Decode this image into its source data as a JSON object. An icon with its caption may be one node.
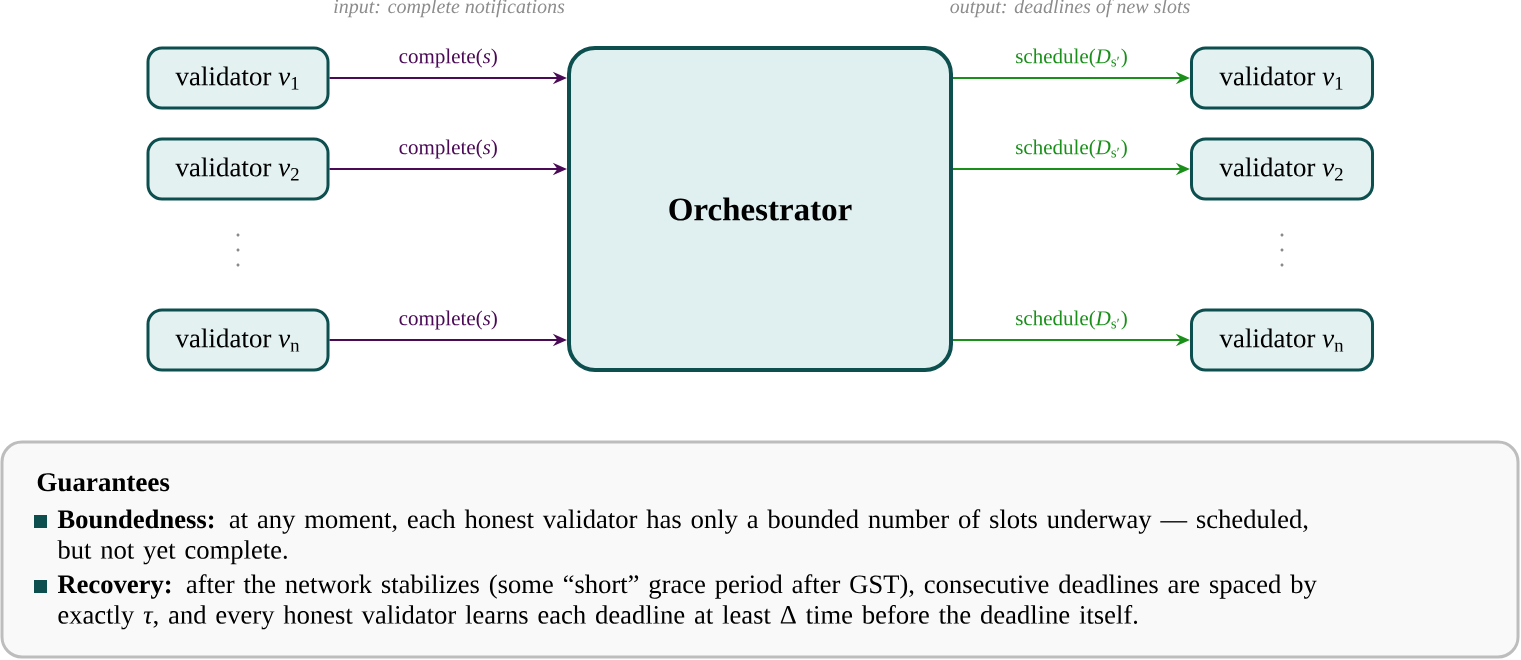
{
  "diagram": {
    "nodes": [
      {
        "text": [
          "validator *v*$_{1}$"
        ]
      },
      {
        "text": [
          "validator *v*$_{2}$"
        ]
      },
      {
        "text": [
          "validator *v*$_{n}$"
        ]
      },
      {
        "text": [
          "Orchestrator"
        ]
      },
      {
        "text": [
          "validator *v*$_{1}$"
        ]
      },
      {
        "text": [
          "validator *v*$_{2}$"
        ]
      },
      {
        "text": [
          "validator *v*$_{n}$"
        ]
      },
      {
        "text": [
          "Guarantees",
          "**Boundedness:** at any moment, each honest validator has only a bounded number of slots underway — scheduled, but not yet complete.",
          "**Recovery:** after the network stabilizes (some “short” grace period after GST), consecutive deadlines are spaced by exactly *τ*, and every honest validator learns each deadline at least Δ time before the deadline itself."
        ]
      }
    ],
    "edges": [
      {
        "from": 0,
        "to": 3,
        "arrow": "to",
        "label": "complete(*s*)",
        "color": "#4b0a56"
      },
      {
        "from": 1,
        "to": 3,
        "arrow": "to",
        "label": "complete(*s*)",
        "color": "#4b0a56"
      },
      {
        "from": 2,
        "to": 3,
        "arrow": "to",
        "label": "complete(*s*)",
        "color": "#4b0a56"
      },
      {
        "from": 3,
        "to": 4,
        "arrow": "to",
        "label": "schedule(*D*$_{s′}$)",
        "color": "#1a8f1a"
      },
      {
        "from": 3,
        "to": 5,
        "arrow": "to",
        "label": "schedule(*D*$_{s′}$)",
        "color": "#1a8f1a"
      },
      {
        "from": 3,
        "to": 6,
        "arrow": "to",
        "label": "schedule(*D*$_{s′}$)",
        "color": "#1a8f1a"
      }
    ],
    "labels": [
      "input: complete notifications",
      "output: deadlines of new slots"
    ]
  }
}
